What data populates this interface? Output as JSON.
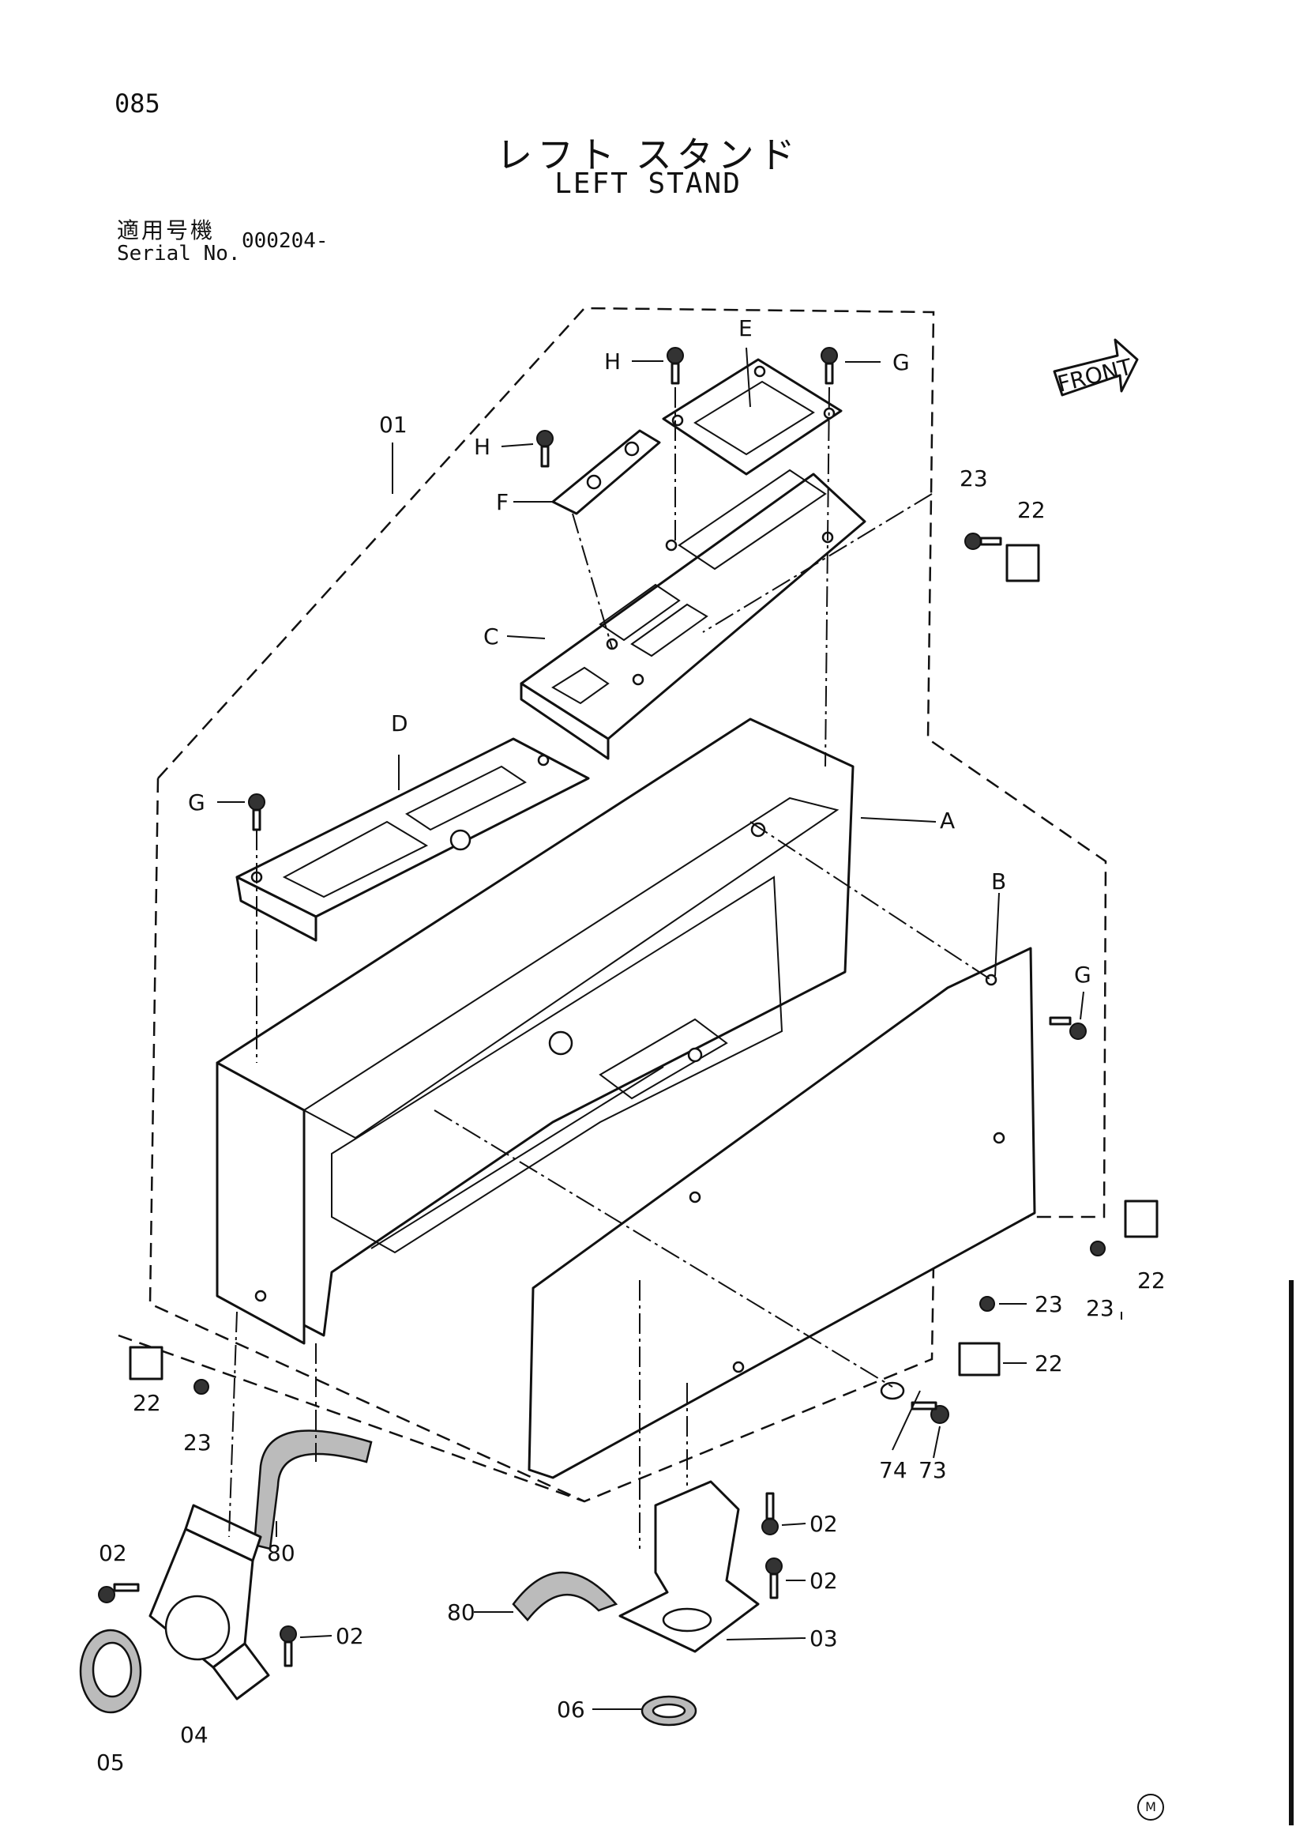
{
  "page_number": "085",
  "title_jp": "レフト スタンド",
  "title_en": "LEFT STAND",
  "serial": {
    "label_jp": "適用号機",
    "label_en": "Serial No.",
    "value": "000204-"
  },
  "front_arrow_label": "FRONT",
  "corner_mark": "M",
  "callouts": {
    "c01": "01",
    "cA": "A",
    "cB": "B",
    "cC": "C",
    "cD": "D",
    "cE": "E",
    "cF": "F",
    "cG1": "G",
    "cG2": "G",
    "cG3": "G",
    "cH1": "H",
    "cH2": "H",
    "c22a": "22",
    "c22b": "22",
    "c22c": "22",
    "c22d": "22",
    "c23a": "23",
    "c23b": "23",
    "c23c": "23",
    "c23d": "23",
    "c74": "74",
    "c73": "73",
    "c80a": "80",
    "c80b": "80",
    "c02a": "02",
    "c02b": "02",
    "c02c": "02",
    "c02d": "02",
    "c03": "03",
    "c04": "04",
    "c05": "05",
    "c06": "06"
  }
}
